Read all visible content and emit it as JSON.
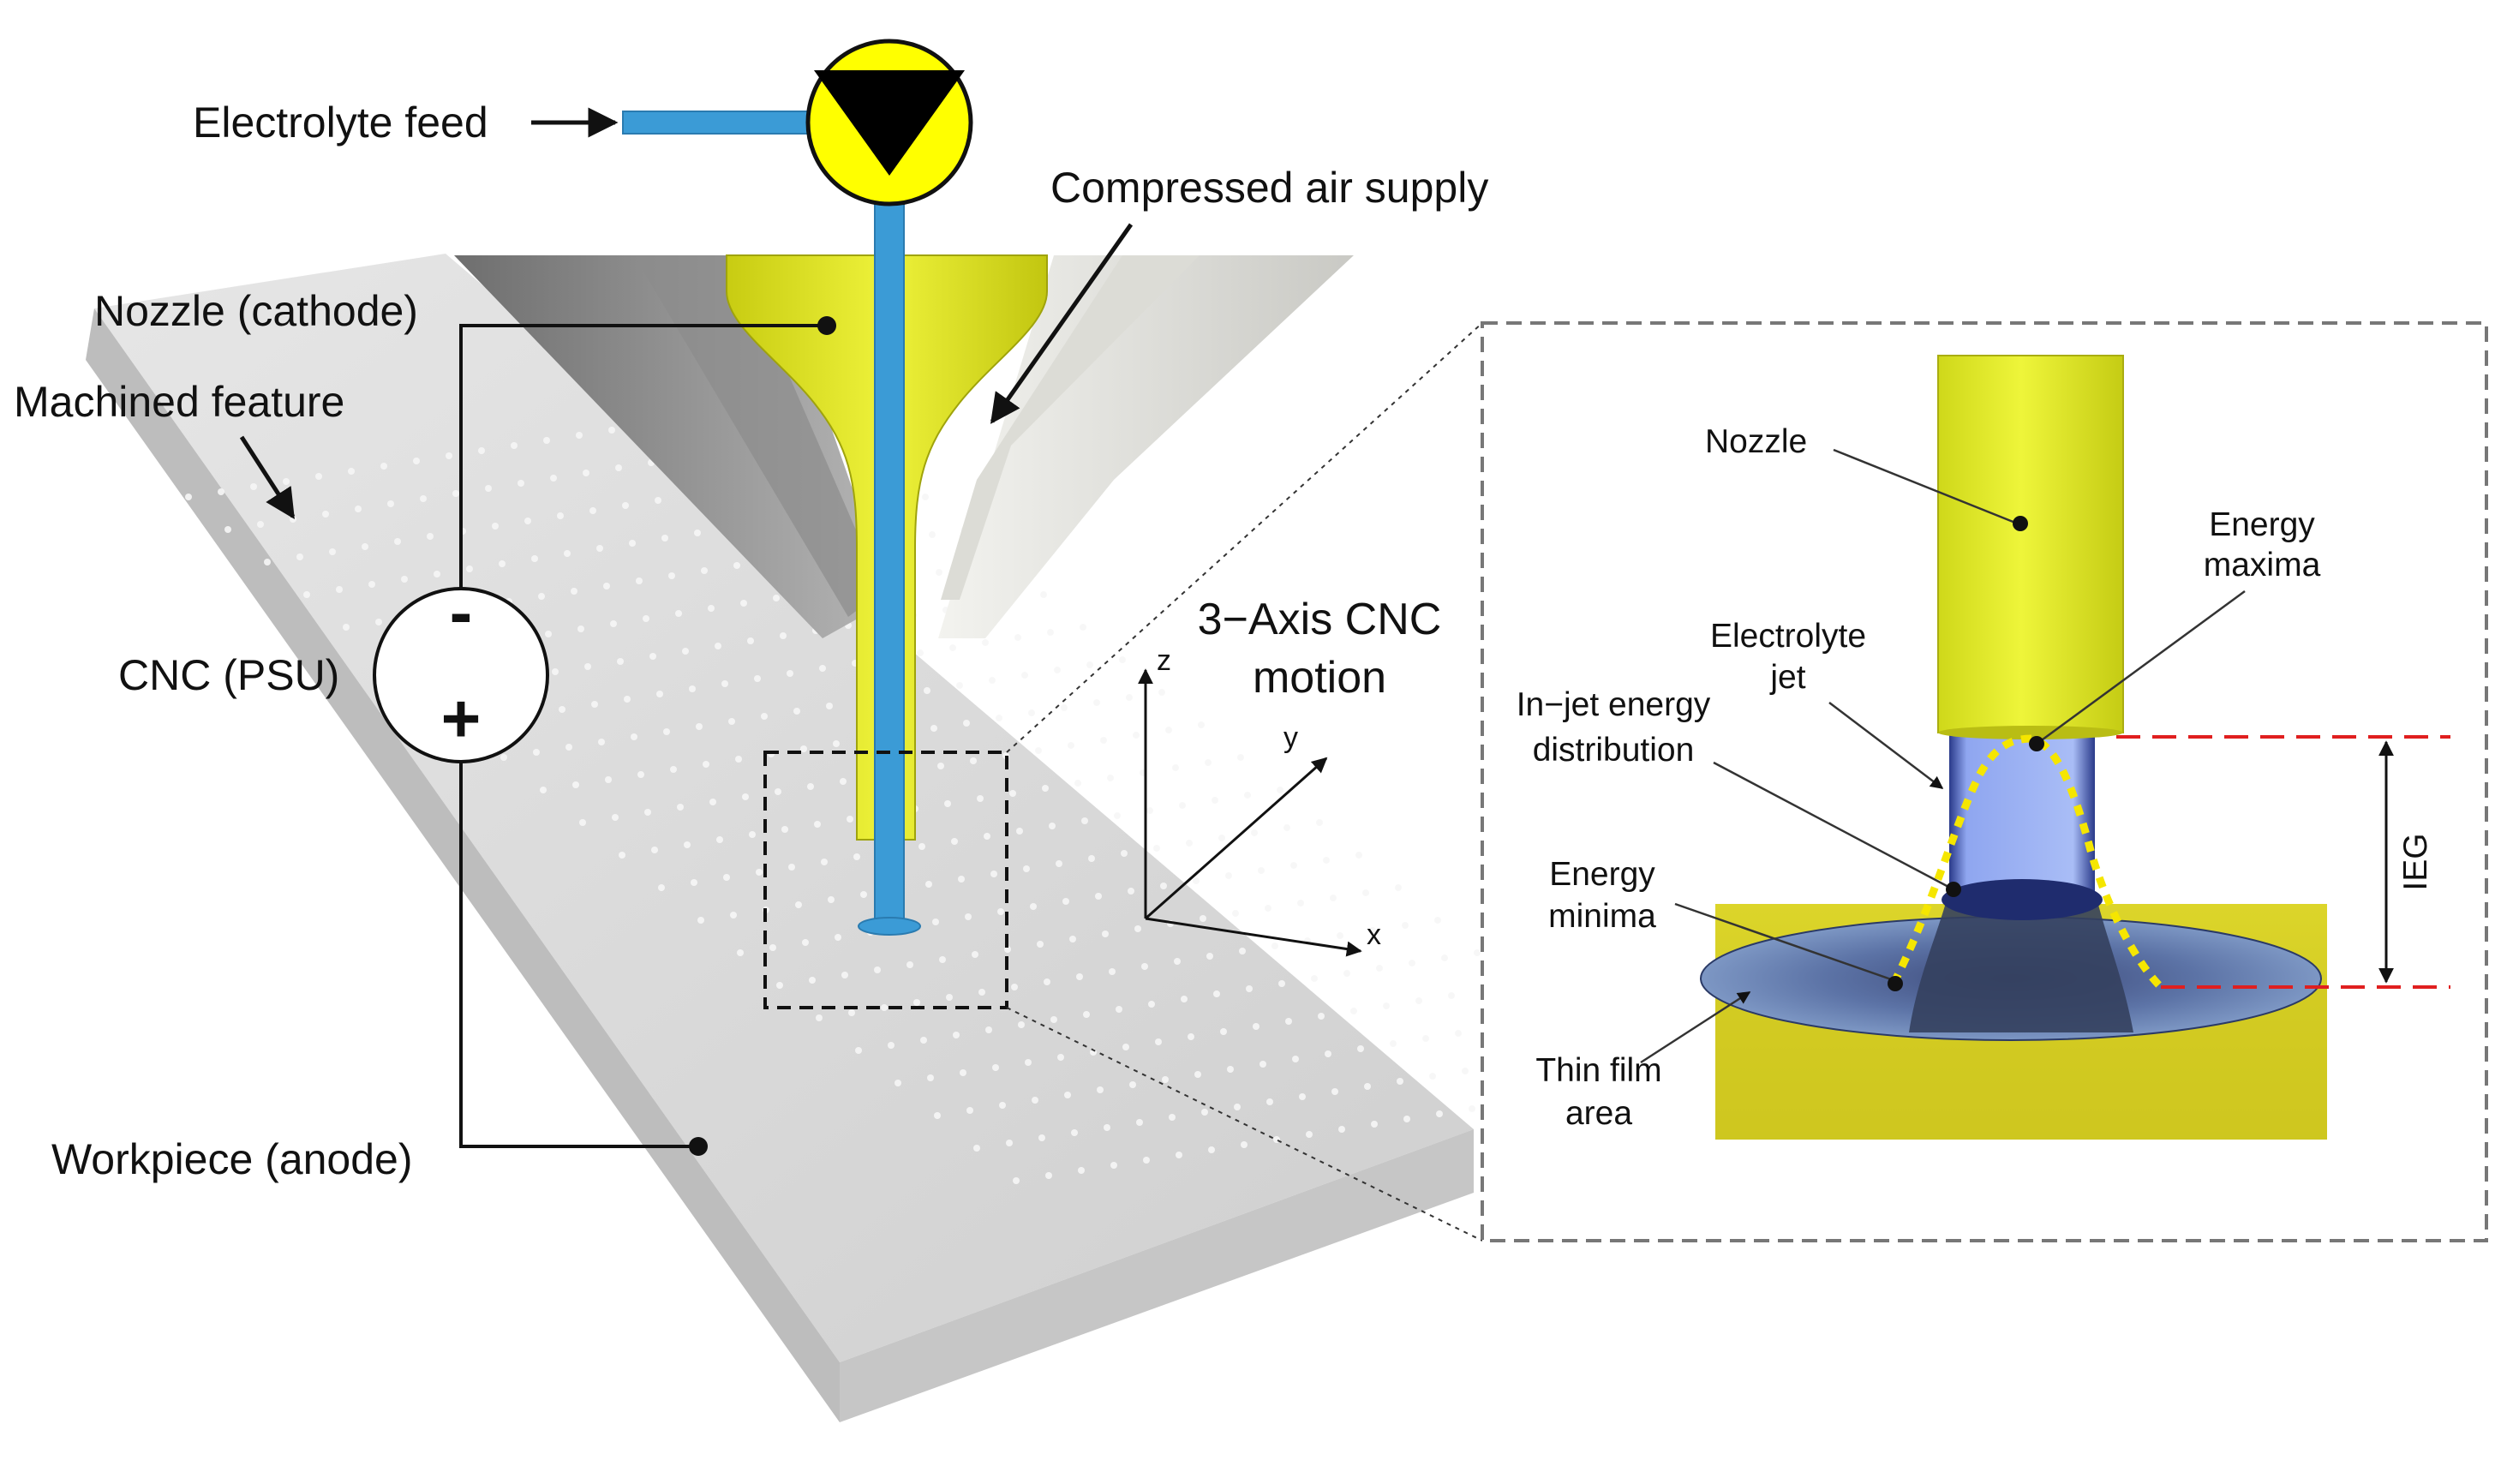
{
  "labels": {
    "electrolyte_feed": "Electrolyte feed",
    "compressed_air_supply": "Compressed air supply",
    "nozzle_cathode": "Nozzle (cathode)",
    "machined_feature": "Machined feature",
    "cnc_psu": "CNC (PSU)",
    "workpiece_anode": "Workpiece (anode)",
    "psu_minus": "-",
    "psu_plus": "+"
  },
  "axes": {
    "title_line1": "3−Axis CNC",
    "title_line2": "motion",
    "x": "x",
    "y": "y",
    "z": "z"
  },
  "inset": {
    "nozzle": "Nozzle",
    "energy_maxima_line1": "Energy",
    "energy_maxima_line2": "maxima",
    "electrolyte_jet_line1": "Electrolyte",
    "electrolyte_jet_line2": "jet",
    "in_jet_line1": "In−jet energy",
    "in_jet_line2": "distribution",
    "energy_minima_line1": "Energy",
    "energy_minima_line2": "minima",
    "thin_film_line1": "Thin film",
    "thin_film_line2": "area",
    "ieg": "IEG"
  },
  "colors": {
    "nozzle_yellow": "#e3ea1f",
    "pump_yellow": "#ffff00",
    "jet_blue": "#3b9bd6",
    "workpiece_grey": "#d6d6d6",
    "inset_jet": "#8fa6f0",
    "ieg_marker_red": "#e01f1f",
    "energy_profile_yellow": "#f5e600",
    "substrate_gold": "#d9d126"
  }
}
